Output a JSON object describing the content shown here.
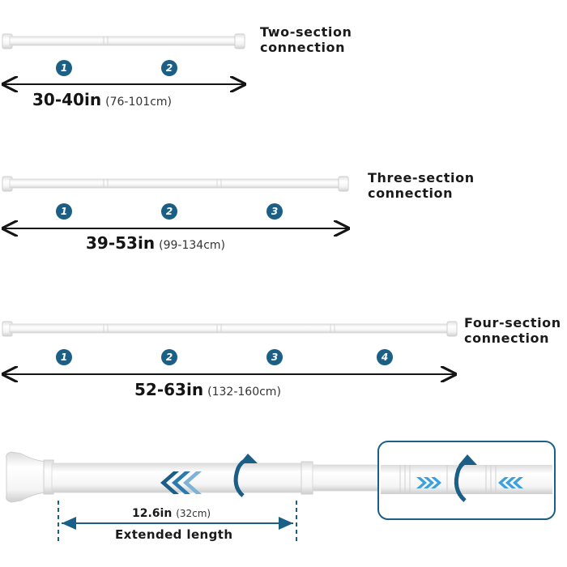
{
  "sections": [
    {
      "title_line1": "Two-section",
      "title_line2": "connection",
      "badges": [
        "1",
        "2"
      ],
      "length_in": "30-40in",
      "length_cm": "(76-101cm)"
    },
    {
      "title_line1": "Three-section",
      "title_line2": "connection",
      "badges": [
        "1",
        "2",
        "3"
      ],
      "length_in": "39-53in",
      "length_cm": "(99-134cm)"
    },
    {
      "title_line1": "Four-section",
      "title_line2": "connection",
      "badges": [
        "1",
        "2",
        "3",
        "4"
      ],
      "length_in": "52-63in",
      "length_cm": "(132-160cm)"
    }
  ],
  "extended": {
    "value_in": "12.6in",
    "value_cm": "(32cm)",
    "label": "Extended length"
  },
  "colors": {
    "accent": "#1c5f86",
    "arrow_light": "#3aa0e0",
    "rod": "#f4f4f4",
    "rod_outline": "#d4d4d4",
    "text": "#141414"
  }
}
